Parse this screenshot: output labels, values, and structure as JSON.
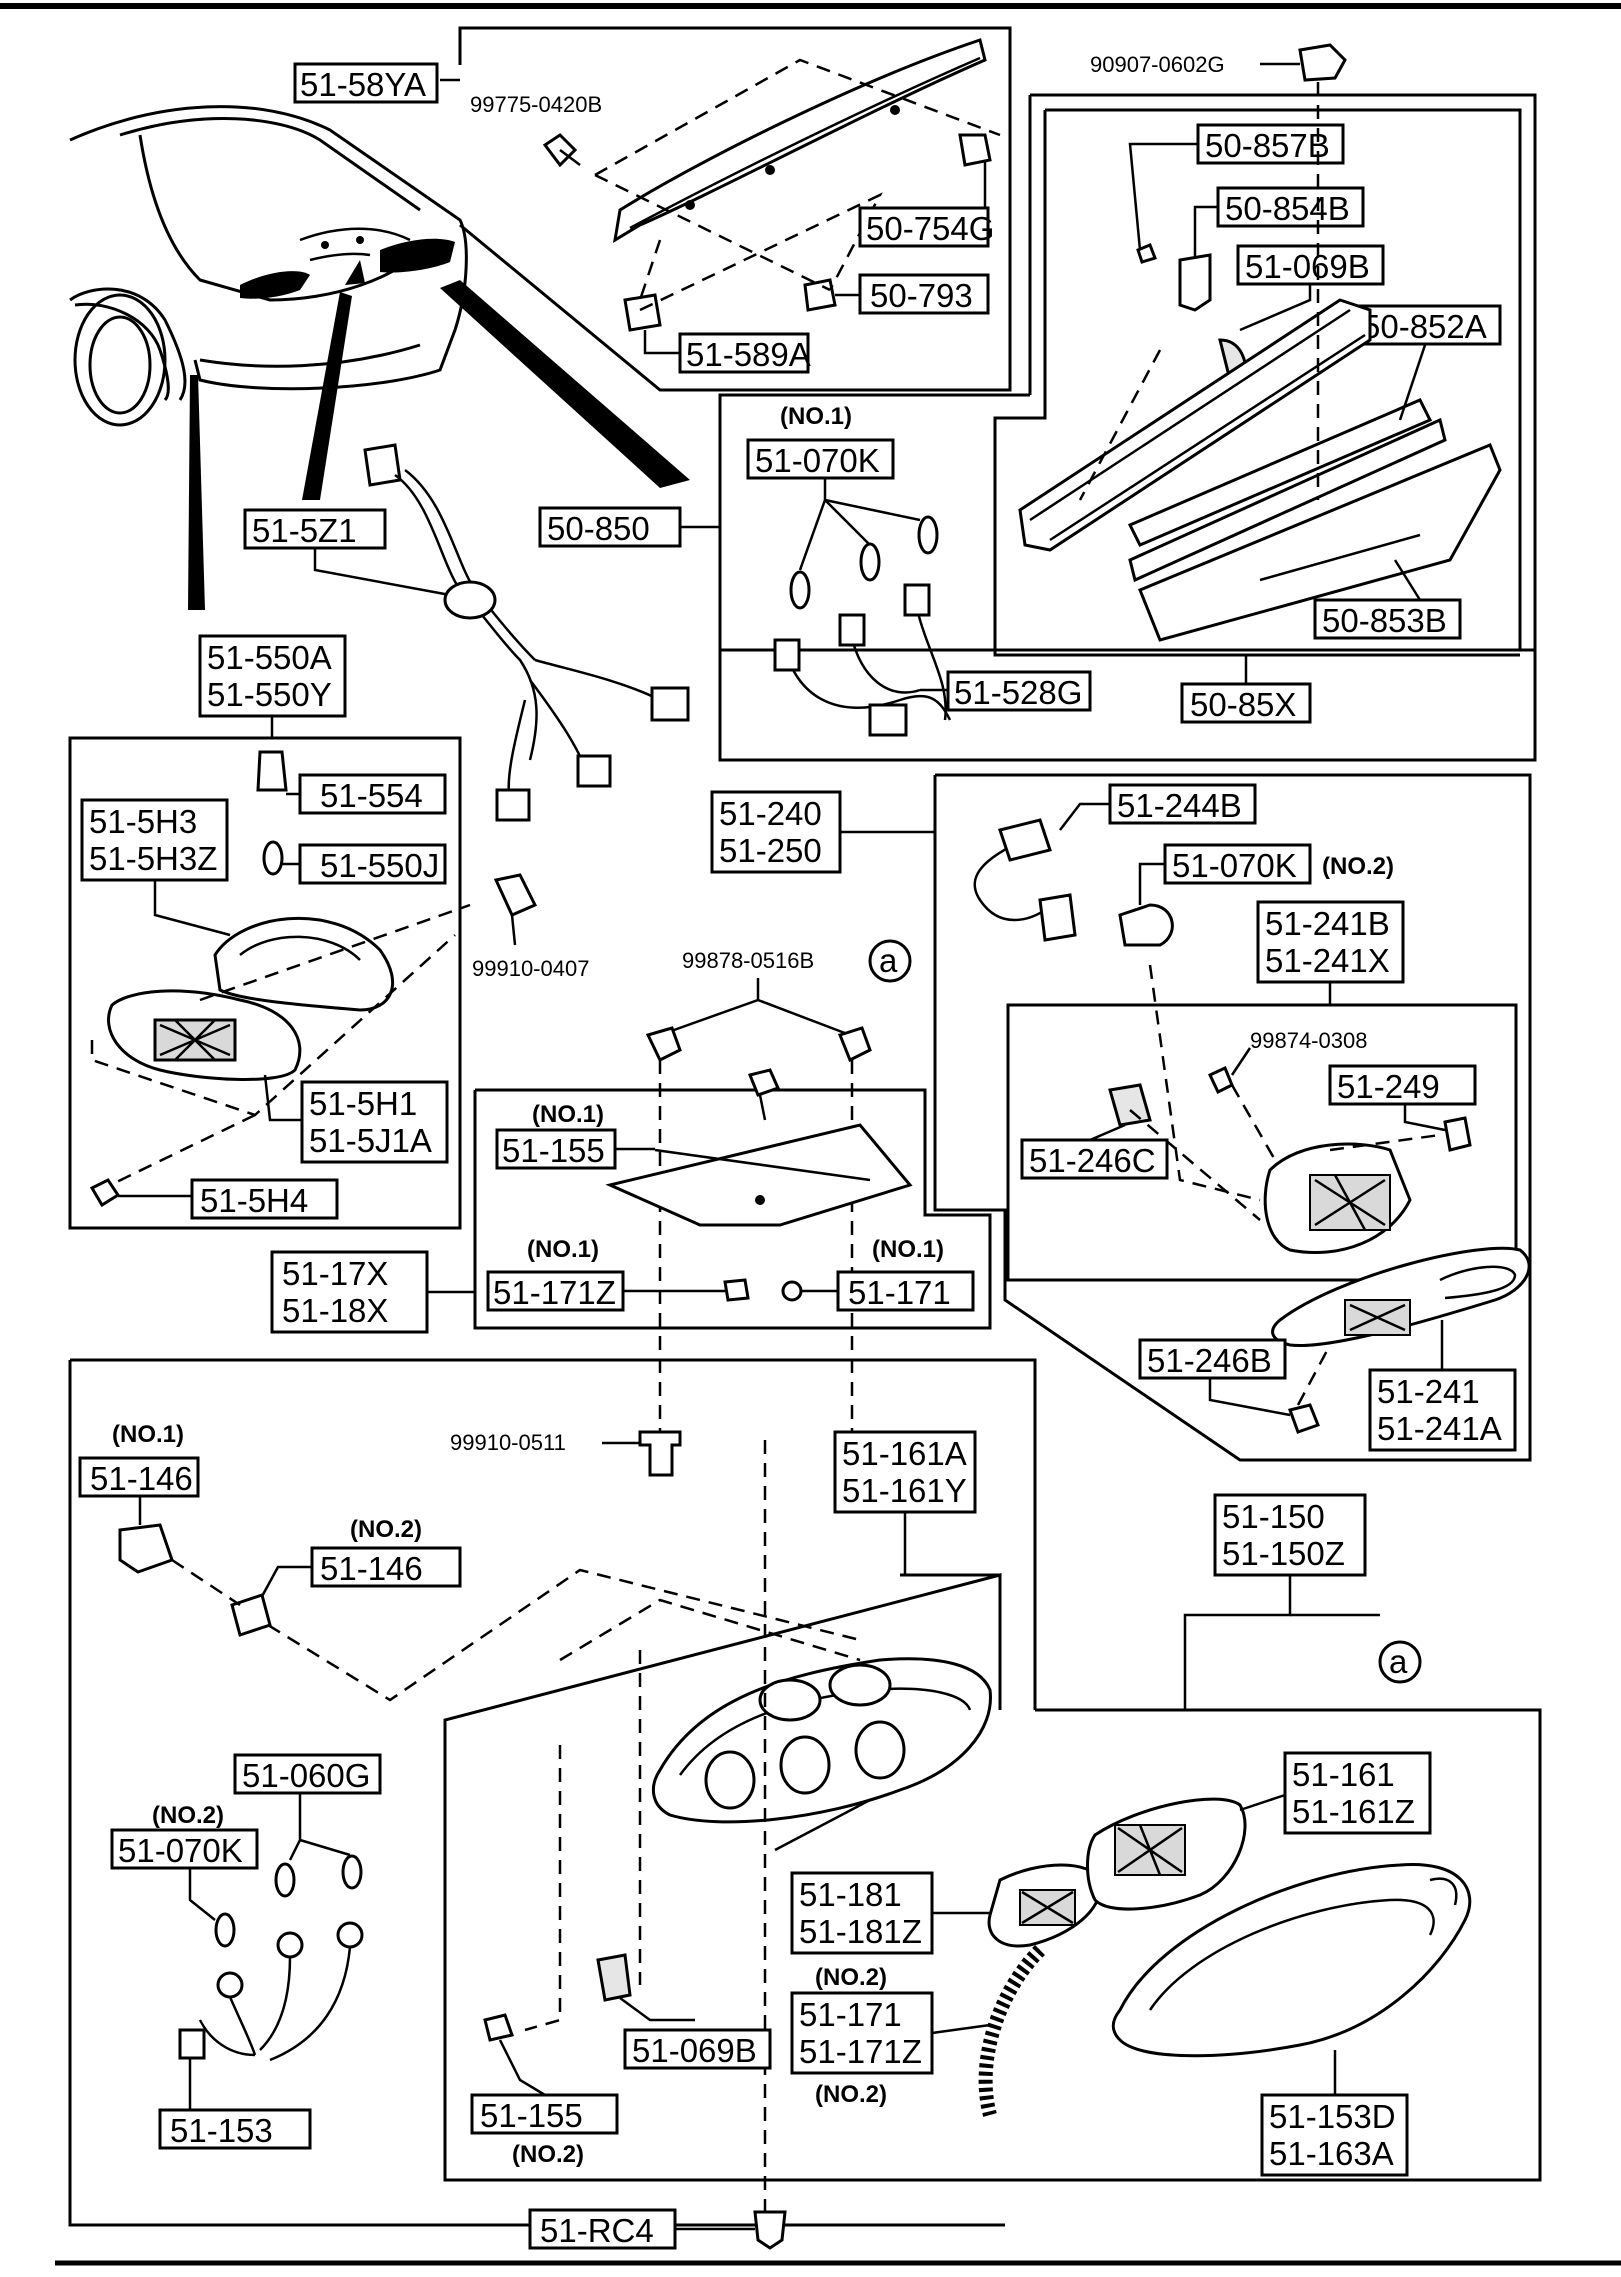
{
  "labels": {
    "l_5158YA": "51-58YA",
    "l_99775": "99775-0420B",
    "l_50754G": "50-754G",
    "l_50793": "50-793",
    "l_51589A": "51-589A",
    "l_90907": "90907-0602G",
    "l_50857B": "50-857B",
    "l_50854B": "50-854B",
    "l_51069B_top": "51-069B",
    "l_50852A": "50-852A",
    "l_50853B": "50-853B",
    "l_5085X": "50-85X",
    "l_no1_a": "(NO.1)",
    "l_51070K_a": "51-070K",
    "l_50850": "50-850",
    "l_51528G": "51-528G",
    "l_515Z1": "51-5Z1",
    "l_51550A": "51-550A",
    "l_51550Y": "51-550Y",
    "l_51554": "51-554",
    "l_515H3": "51-5H3",
    "l_515H3Z": "51-5H3Z",
    "l_51550J": "51-550J",
    "l_99910_0407": "99910-0407",
    "l_515H1": "51-5H1",
    "l_515J1A": "51-5J1A",
    "l_515H4": "51-5H4",
    "l_51240": "51-240",
    "l_51250": "51-250",
    "l_51244B": "51-244B",
    "l_51070K_b": "51-070K",
    "l_no2_b": "(NO.2)",
    "l_51241B": "51-241B",
    "l_51241X": "51-241X",
    "l_99874": "99874-0308",
    "l_51249": "51-249",
    "l_51246C": "51-246C",
    "l_99878": "99878-0516B",
    "l_a1": "a",
    "l_no1_155": "(NO.1)",
    "l_51155_a": "51-155",
    "l_no1_171z": "(NO.1)",
    "l_51171Z_a": "51-171Z",
    "l_no1_171": "(NO.1)",
    "l_51171_a": "51-171",
    "l_5117X": "51-17X",
    "l_5118X": "51-18X",
    "l_51246B": "51-246B",
    "l_51241": "51-241",
    "l_51241A": "51-241A",
    "l_99910_0511": "99910-0511",
    "l_51161A": "51-161A",
    "l_51161Y": "51-161Y",
    "l_no1_146": "(NO.1)",
    "l_51146_a": "51-146",
    "l_no2_146": "(NO.2)",
    "l_51146_b": "51-146",
    "l_51150": "51-150",
    "l_51150Z": "51-150Z",
    "l_a2": "a",
    "l_51060G": "51-060G",
    "l_no2_070": "(NO.2)",
    "l_51070K_c": "51-070K",
    "l_51161": "51-161",
    "l_51161Z": "51-161Z",
    "l_51181": "51-181",
    "l_51181Z": "51-181Z",
    "l_no2_171": "(NO.2)",
    "l_51171_b": "51-171",
    "l_51171Z_b": "51-171Z",
    "l_no2_171b": "(NO.2)",
    "l_51069B_bot": "51-069B",
    "l_51153": "51-153",
    "l_51155_b": "51-155",
    "l_no2_155": "(NO.2)",
    "l_51153D": "51-153D",
    "l_51163A": "51-163A",
    "l_51RC4": "51-RC4"
  }
}
